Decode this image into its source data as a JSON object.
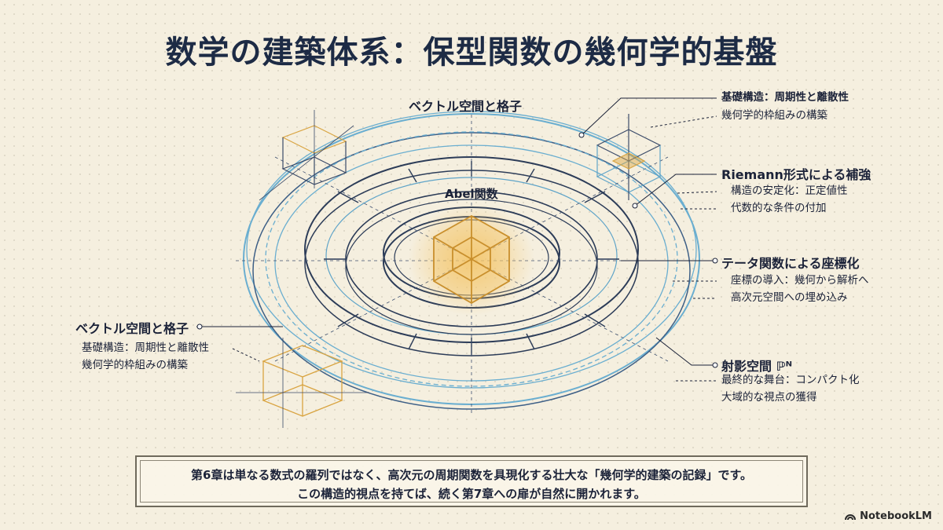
{
  "title": "数学の建築体系：保型関数の幾何学的基盤",
  "labels": {
    "top_center": "ベクトル空間と格子",
    "center": "Abel関数",
    "right1_head": "基礎構造：周期性と離散性",
    "right1_sub": "幾何学的枠組みの構築",
    "right2_head": "Riemann形式による補強",
    "right2_sub1": "構造の安定化：正定値性",
    "right2_sub2": "代数的な条件の付加",
    "right3_head": "テータ関数による座標化",
    "right3_sub1": "座標の導入：幾何から解析へ",
    "right3_sub2": "高次元空間への埋め込み",
    "right4_head": "射影空間 ℙᴺ",
    "right4_sub1": "最終的な舞台：コンパクト化",
    "right4_sub2": "大域的な視点の獲得",
    "left_head": "ベクトル空間と格子",
    "left_sub1": "基礎構造：周期性と離散性",
    "left_sub2": "幾何学的枠組みの構築"
  },
  "caption": {
    "line1": "第6章は単なる数式の羅列ではなく、高次元の周期関数を具現化する壮大な「幾何学的建築の記録」です。",
    "line2": "この構造的視点を持てば、続く第7章への扉が自然に開かれます。"
  },
  "badge": "NotebookLM",
  "colors": {
    "ink": "#1b2238",
    "blueprint": "#5fa4c8",
    "gold": "#d9a441",
    "paper": "#f5efdf"
  }
}
